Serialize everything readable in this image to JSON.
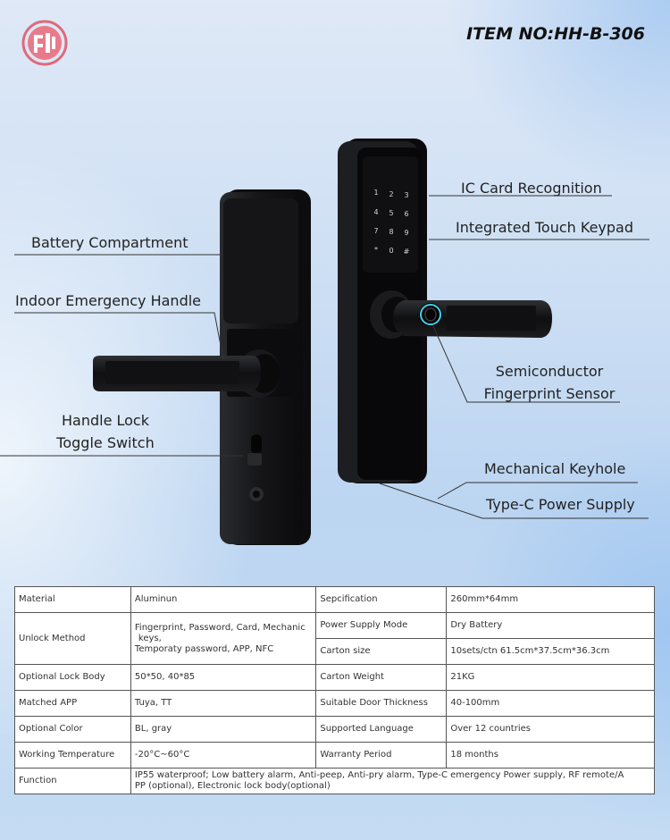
{
  "header": {
    "item_no": "ITEM NO:HH-B-306"
  },
  "callouts": {
    "ic_card": "IC Card Recognition",
    "keypad": "Integrated Touch Keypad",
    "battery": "Battery Compartment",
    "indoor_handle": "Indoor Emergency Handle",
    "handle_lock_1": "Handle Lock",
    "handle_lock_2": "Toggle Switch",
    "fingerprint_1": "Semiconductor",
    "fingerprint_2": "Fingerprint Sensor",
    "keyhole": "Mechanical Keyhole",
    "typec": "Type-C Power Supply"
  },
  "keypad_keys": [
    "1",
    "2",
    "3",
    "4",
    "5",
    "6",
    "7",
    "8",
    "9",
    "*",
    "0",
    "#"
  ],
  "spec_table": {
    "material_label": "Material",
    "material_value": "Aluminun",
    "specification_label": "Sepcification",
    "specification_value": "260mm*64mm",
    "unlock_label": "Unlock Method",
    "unlock_value_1": "Fingerprint, Password, Card, Mechanic",
    "unlock_value_2": "keys,",
    "unlock_value_3": "Temporaty password, APP, NFC",
    "power_label": "Power Supply Mode",
    "power_value": "Dry Battery",
    "carton_size_label": "Carton size",
    "carton_size_value": "10sets/ctn  61.5cm*37.5cm*36.3cm",
    "lock_body_label": "Optional Lock Body",
    "lock_body_value": "50*50, 40*85",
    "carton_weight_label": "Carton Weight",
    "carton_weight_value": "21KG",
    "app_label": "Matched APP",
    "app_value": "Tuya, TT",
    "door_label": "Suitable Door Thickness",
    "door_value": "40-100mm",
    "color_label": "Optional Color",
    "color_value": "BL, gray",
    "language_label": "Supported Language",
    "language_value": "Over 12 countries",
    "temp_label": "Working Temperature",
    "temp_value": "-20°C~60°C",
    "warranty_label": "Warranty Period",
    "warranty_value": "18 months",
    "function_label": "Function",
    "function_value_1": "IP55 waterproof; Low battery alarm, Anti-peep, Anti-pry alarm, Type-C emergency Power supply, RF remote/A",
    "function_value_2": "PP (optional), Electronic lock body(optional)"
  },
  "colors": {
    "logo": "#e06a7a",
    "lock_body": "#141416",
    "fingerprint_ring": "#3fd0e8"
  }
}
